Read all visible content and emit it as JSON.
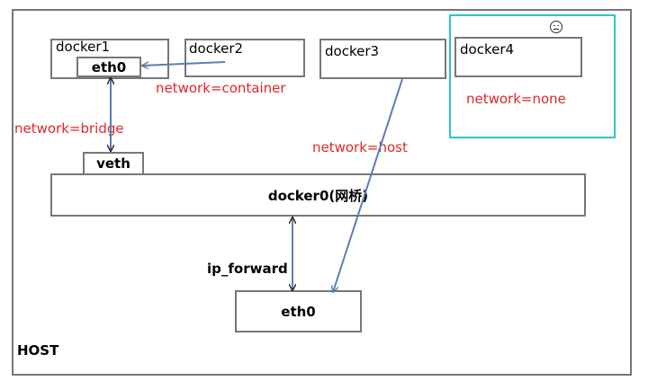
{
  "host": {
    "label": "HOST"
  },
  "containers": {
    "docker1": {
      "label": "docker1",
      "iface": "eth0"
    },
    "docker2": {
      "label": "docker2"
    },
    "docker3": {
      "label": "docker3"
    },
    "docker4": {
      "label": "docker4"
    }
  },
  "veth": {
    "label": "veth"
  },
  "bridge": {
    "label": "docker0(网桥)"
  },
  "host_iface": {
    "label": "eth0"
  },
  "networks": {
    "container": "network=container",
    "bridge": "network=bridge",
    "host": "network=host",
    "none": "network=none"
  },
  "ip_forward": {
    "label": "ip_forward"
  },
  "colors": {
    "box_border": "#777777",
    "arrow": "#5b7fb3",
    "network_text": "#e0262a",
    "highlight_frame": "#2ec4c4"
  },
  "icons": {
    "docker4_badge": "sad-face-icon"
  }
}
